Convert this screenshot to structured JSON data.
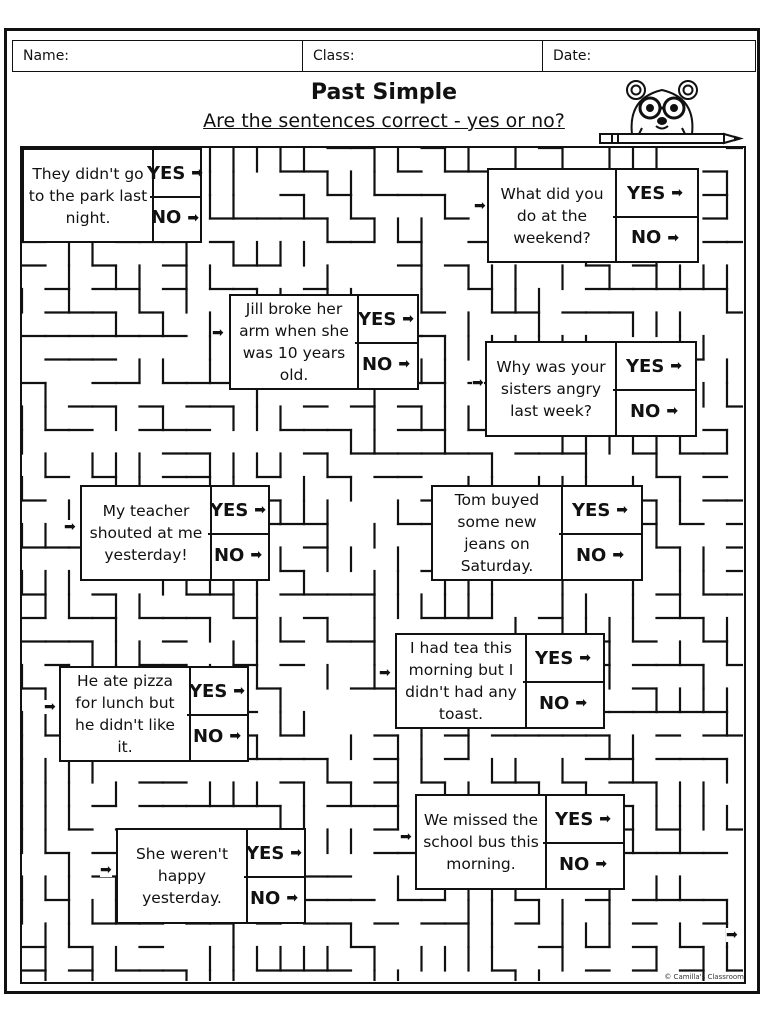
{
  "header": {
    "name_label": "Name:",
    "class_label": "Class:",
    "date_label": "Date:"
  },
  "title": "Past Simple",
  "subtitle": "Are the sentences correct  - yes or no?",
  "answers": {
    "yes": "YES",
    "no": "NO"
  },
  "arrow_glyph": "➡",
  "exit_arrow_glyph": "➡",
  "copyright": "© Camilla's Classroom",
  "icons": {
    "mascot": "bear-with-glasses-on-pencil-icon",
    "arrow": "right-arrow-icon"
  },
  "questions": [
    {
      "id": "q1",
      "text": "They didn't go to the park last night."
    },
    {
      "id": "q2",
      "text": "What did you do at the weekend?"
    },
    {
      "id": "q3",
      "text": "Jill broke her arm when she was 10 years old."
    },
    {
      "id": "q4",
      "text": "Why was your sisters angry last week?"
    },
    {
      "id": "q5",
      "text": "My teacher shouted at me yesterday!"
    },
    {
      "id": "q6",
      "text": "Tom buyed some new jeans on Saturday."
    },
    {
      "id": "q7",
      "text": "I had tea this morning but I didn't had any toast."
    },
    {
      "id": "q8",
      "text": "He ate pizza for lunch but he didn't like it."
    },
    {
      "id": "q9",
      "text": "We missed the school bus this morning."
    },
    {
      "id": "q10",
      "text": "She weren't happy yesterday."
    }
  ]
}
